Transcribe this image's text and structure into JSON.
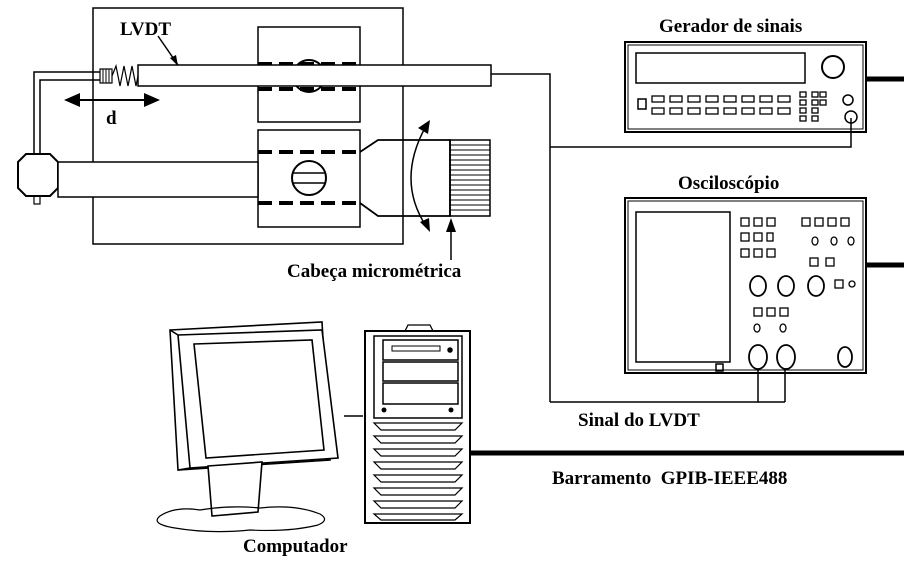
{
  "labels": {
    "lvdt": "LVDT",
    "distance": "d",
    "micrometer_head": "Cabeça micrométrica",
    "signal_generator": "Gerador de sinais",
    "oscilloscope": "Osciloscópio",
    "lvdt_signal": "Sinal do LVDT",
    "gpib_bus": "Barramento  GPIB-IEEE488",
    "computer": "Computador"
  },
  "colors": {
    "stroke": "#000000",
    "background": "#ffffff"
  }
}
